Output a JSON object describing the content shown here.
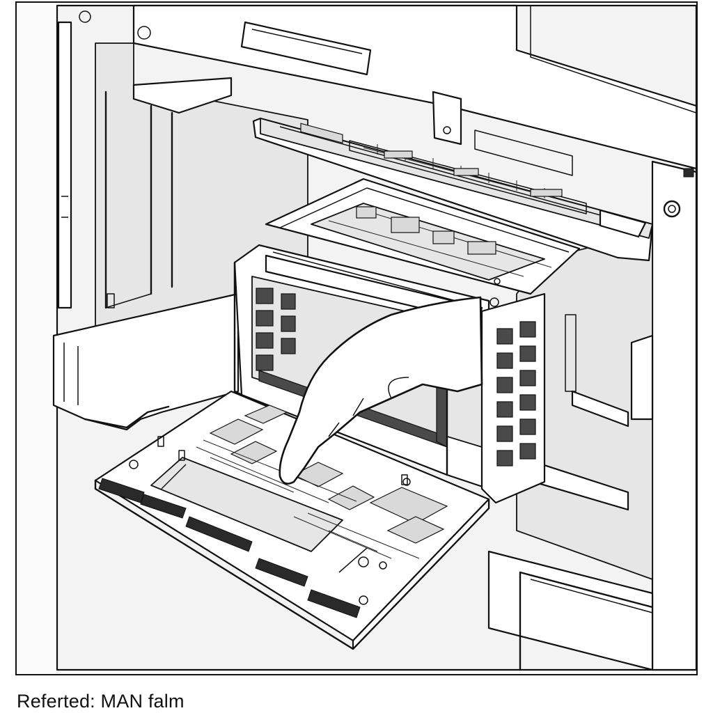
{
  "caption": "Referted: MAN falm",
  "illustration": {
    "style": "black-and-white line drawing",
    "subject_icons": [
      "appliance-housing",
      "upper-tray",
      "module-cage",
      "circuit-board-module",
      "pointing-hand"
    ]
  },
  "colors": {
    "ink": "#111111",
    "paper": "#fbfbfb",
    "shade": "#e6e6e6"
  }
}
